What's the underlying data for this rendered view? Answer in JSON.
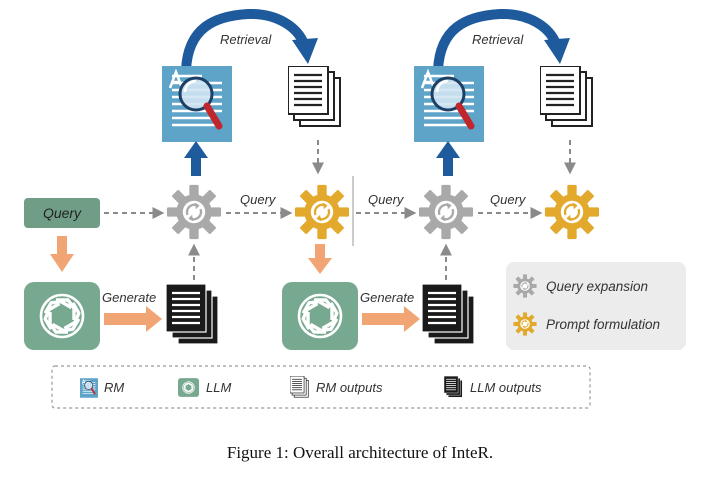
{
  "labels": {
    "retrieval_left": "Retrieval",
    "retrieval_right": "Retrieval",
    "query_input": "Query",
    "query_edge_1": "Query",
    "query_edge_2": "Query",
    "query_edge_3": "Query",
    "generate_left": "Generate",
    "generate_right": "Generate"
  },
  "side_legend": {
    "query_expansion": "Query expansion",
    "prompt_formulation": "Prompt formulation"
  },
  "bottom_legend": {
    "rm": "RM",
    "llm": "LLM",
    "rm_outputs": "RM outputs",
    "llm_outputs": "LLM outputs"
  },
  "caption": "Figure 1: Overall architecture of InteR.",
  "colors": {
    "query_box": "#6f9d86",
    "llm_box": "#77a890",
    "rm_box": "#5ea3c8",
    "gear_gray": "#a9a9a9",
    "gear_gold": "#e2a92c",
    "arrow_blue": "#1f5b9c",
    "arrow_orange": "#f2a574",
    "dashed": "#8a8a8a",
    "legend_bg": "#ececec"
  },
  "icons": {
    "rm": "magnifier-document-icon",
    "llm": "openai-knot-icon",
    "rm_outputs": "white-document-stack-icon",
    "llm_outputs": "black-document-stack-icon",
    "query_expansion": "gray-gear-refresh-icon",
    "prompt_formulation": "gold-gear-refresh-icon"
  }
}
